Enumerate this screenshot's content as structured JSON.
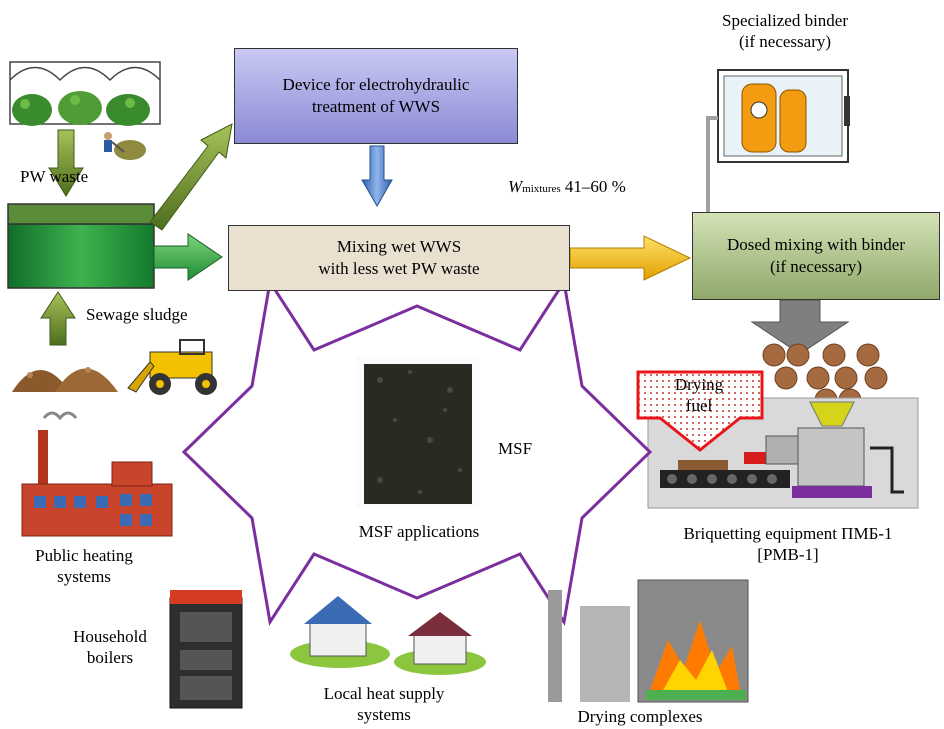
{
  "nodes": {
    "device": "Device for electrohydraulic treatment of WWS",
    "mixing_line1": "Mixing wet WWS",
    "mixing_line2": "with less wet PW waste",
    "dosed_line1": "Dosed mixing with binder",
    "dosed_line2": "(if necessary)",
    "drying_fuel_line1": "Drying",
    "drying_fuel_line2": "fuel",
    "msf_applications": "MSF applications",
    "msf": "MSF"
  },
  "labels": {
    "pw_waste": "PW waste",
    "sewage_sludge": "Sewage sludge",
    "specialized_binder_line1": "Specialized binder",
    "specialized_binder_line2": "(if necessary)",
    "moisture_symbol": "W",
    "moisture_subscript": "mixtures",
    "moisture_range": "41–60 %",
    "briquetting_line1": "Briquetting equipment ПМБ-1",
    "briquetting_line2": "[PMB-1]",
    "public_heating_line1": "Public heating",
    "public_heating_line2": "systems",
    "household_line1": "Household",
    "household_line2": "boilers",
    "local_heat_line1": "Local heat supply",
    "local_heat_line2": "systems",
    "drying_complexes": "Drying complexes"
  },
  "colors": {
    "device_box": "#9a99de",
    "mixing_box": "#e9e0d0",
    "dosed_box": "#a9bd86",
    "star_outline": "#7b2f9e",
    "sludge_tank": "#1f8f3a",
    "arrow_olive": "#6b8f2e",
    "arrow_blue": "#4a78c0",
    "arrow_yellow": "#f5b800",
    "arrow_grey": "#7f7f7f",
    "drying_fuel_border": "#e8151b"
  }
}
